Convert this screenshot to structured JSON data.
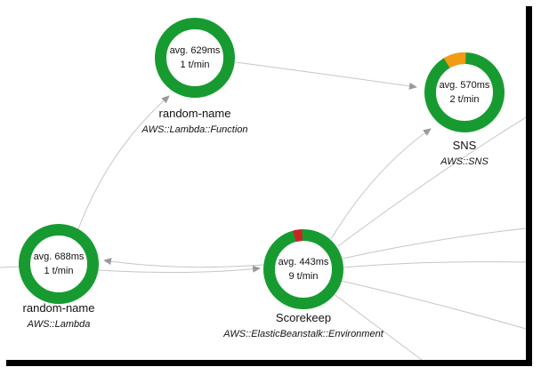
{
  "frame": {
    "background": "#ffffff",
    "shadow_color": "#000000"
  },
  "edge_style": {
    "line_color": "#c6c6c6",
    "arrow_color": "#9a9a9a"
  },
  "nodes": [
    {
      "id": "random-name-function",
      "avg": "avg. 629ms",
      "rate": "1 t/min",
      "name": "random-name",
      "type": "AWS::Lambda::Function",
      "ring_color": "#179b30",
      "segments": []
    },
    {
      "id": "sns",
      "avg": "avg. 570ms",
      "rate": "2 t/min",
      "name": "SNS",
      "type": "AWS::SNS",
      "ring_color": "#179b30",
      "segments": [
        {
          "color": "#f29b14",
          "start_deg": -31,
          "end_deg": 2,
          "meaning": "warning-fraction"
        }
      ]
    },
    {
      "id": "random-name-lambda",
      "avg": "avg. 688ms",
      "rate": "1 t/min",
      "name": "random-name",
      "type": "AWS::Lambda",
      "ring_color": "#179b30",
      "segments": []
    },
    {
      "id": "scorekeep",
      "avg": "avg. 443ms",
      "rate": "9 t/min",
      "name": "Scorekeep",
      "type": "AWS::ElasticBeanstalk::Environment",
      "ring_color": "#179b30",
      "segments": [
        {
          "color": "#cf2124",
          "start_deg": -15,
          "end_deg": -2,
          "meaning": "error-fraction"
        }
      ]
    }
  ],
  "edges": [
    {
      "from": "offscreen-left",
      "to": "random-name-lambda",
      "arrow": false
    },
    {
      "from": "random-name-lambda",
      "to": "random-name-function",
      "arrow": true
    },
    {
      "from": "random-name-function",
      "to": "sns",
      "arrow": true
    },
    {
      "from": "scorekeep",
      "to": "random-name-lambda",
      "arrow": true
    },
    {
      "from": "random-name-lambda",
      "to": "scorekeep",
      "arrow": true
    },
    {
      "from": "scorekeep",
      "to": "sns",
      "arrow": true
    },
    {
      "from": "scorekeep",
      "to": "offscreen-right-1",
      "arrow": false
    },
    {
      "from": "scorekeep",
      "to": "offscreen-right-2",
      "arrow": false
    },
    {
      "from": "scorekeep",
      "to": "offscreen-right-3",
      "arrow": false
    },
    {
      "from": "scorekeep",
      "to": "offscreen-right-4",
      "arrow": false
    },
    {
      "from": "scorekeep",
      "to": "offscreen-bottom-right",
      "arrow": false
    }
  ]
}
